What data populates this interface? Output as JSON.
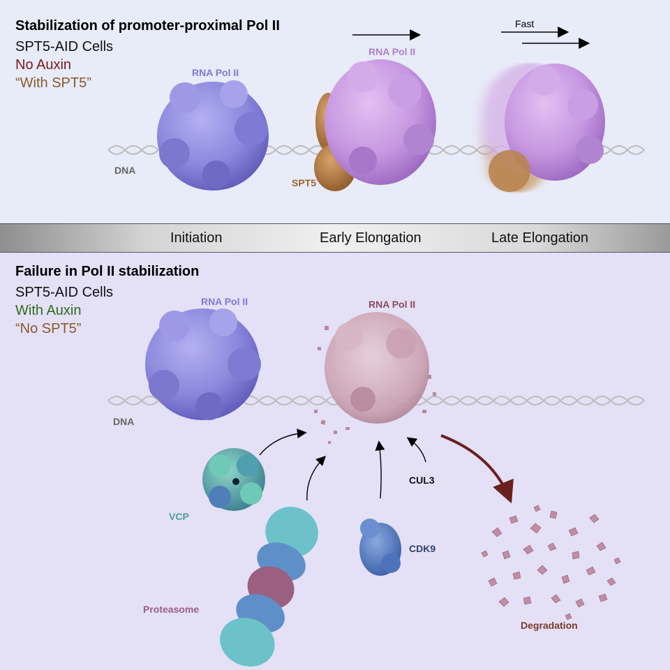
{
  "top": {
    "heading": "Stabilization of promoter-proximal Pol II",
    "cells": "SPT5-AID Cells",
    "condition": "No Auxin",
    "state": "“With SPT5”",
    "labels": {
      "pol2_a": "RNA Pol II",
      "pol2_b": "RNA Pol II",
      "dna": "DNA",
      "spt5": "SPT5",
      "fast": "Fast"
    }
  },
  "stages": [
    "Initiation",
    "Early Elongation",
    "Late Elongation"
  ],
  "bottom": {
    "heading": "Failure in Pol II stabilization",
    "cells": "SPT5-AID Cells",
    "condition": "With Auxin",
    "state": "“No SPT5”",
    "labels": {
      "pol2_a": "RNA Pol II",
      "pol2_b": "RNA Pol II",
      "dna": "DNA",
      "vcp": "VCP",
      "proteasome": "Proteasome",
      "cdk9": "CDK9",
      "cul3": "CUL3",
      "degradation": "Degradation"
    }
  },
  "colors": {
    "pol2_blue": "#8b87dc",
    "pol2_violet": "#c696e0",
    "spt5": "#b97d45",
    "dna": "#bdbdbd",
    "degraded": "#b88a9c",
    "vcp": "#5cb3ad",
    "cdk9": "#5a80c6",
    "proteasome_teal": "#6cc2c8",
    "proteasome_mauve": "#9b5f82",
    "degradation_arrow": "#6b1f1f"
  }
}
